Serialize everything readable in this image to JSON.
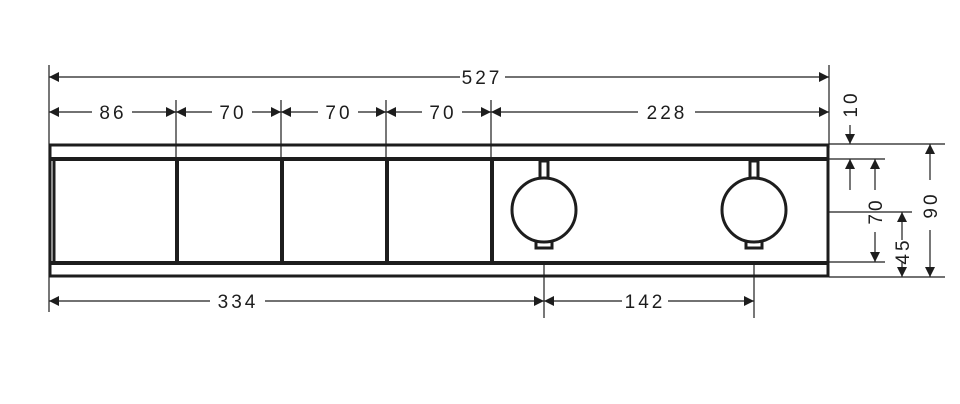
{
  "drawing": {
    "type": "technical dimension drawing",
    "subject": "shower thermostat panel with 4 buttons and 2 handles",
    "units": "mm",
    "colors": {
      "line": "#1d1d1d",
      "background": "#ffffff"
    }
  },
  "dimensions": {
    "overall_width": "527",
    "button_1_width": "86",
    "button_2_width": "70",
    "button_3_width": "70",
    "button_4_width": "70",
    "control_section_width": "228",
    "top_rail_height": "10",
    "overall_height": "90",
    "panel_height": "70",
    "handle_center_height": "45",
    "left_to_first_handle": "334",
    "handle_spacing": "142"
  }
}
